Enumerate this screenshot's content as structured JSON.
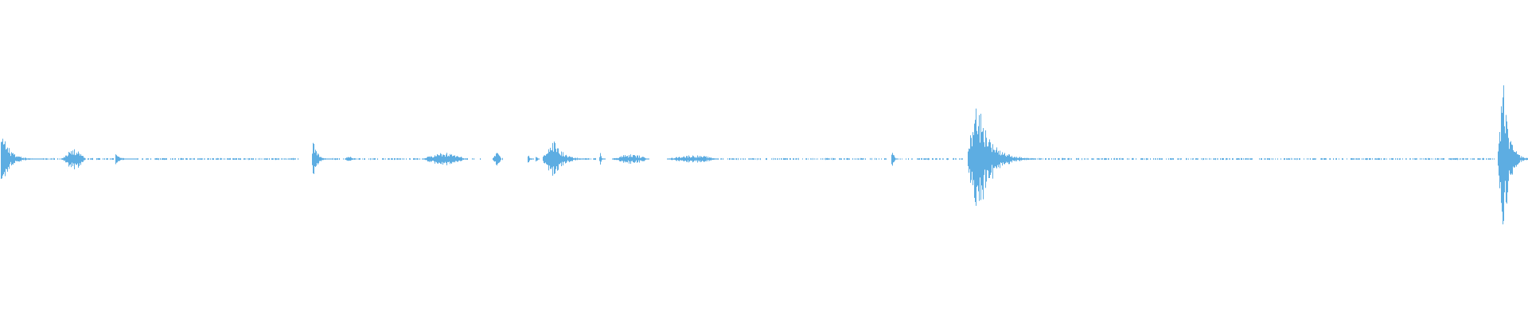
{
  "waveform": {
    "color": "#5DADE2",
    "background": "#ffffff",
    "duration_fraction_note_free": true,
    "bursts": [
      {
        "pos": 0.0,
        "width": 0.028,
        "amp": 0.42,
        "peak": 0.02,
        "shape": "spike"
      },
      {
        "pos": 0.04,
        "width": 0.016,
        "amp": 0.14,
        "peak": 0.2,
        "shape": "swell"
      },
      {
        "pos": 0.075,
        "width": 0.015,
        "amp": 0.08,
        "peak": 0.03,
        "shape": "spike"
      },
      {
        "pos": 0.204,
        "width": 0.014,
        "amp": 0.3,
        "peak": 0.02,
        "shape": "spike"
      },
      {
        "pos": 0.225,
        "width": 0.007,
        "amp": 0.03,
        "peak": 0.1,
        "shape": "swell"
      },
      {
        "pos": 0.276,
        "width": 0.029,
        "amp": 0.08,
        "peak": 0.5,
        "shape": "swell"
      },
      {
        "pos": 0.322,
        "width": 0.006,
        "amp": 0.08,
        "peak": 0.4,
        "shape": "swell"
      },
      {
        "pos": 0.345,
        "width": 0.004,
        "amp": 0.08,
        "peak": 0.2,
        "shape": "spike"
      },
      {
        "pos": 0.35,
        "width": 0.003,
        "amp": 0.07,
        "peak": 0.2,
        "shape": "spike"
      },
      {
        "pos": 0.355,
        "width": 0.03,
        "amp": 0.26,
        "peak": 0.25,
        "shape": "spike"
      },
      {
        "pos": 0.392,
        "width": 0.004,
        "amp": 0.12,
        "peak": 0.2,
        "shape": "spike"
      },
      {
        "pos": 0.4,
        "width": 0.025,
        "amp": 0.06,
        "peak": 0.5,
        "shape": "swell"
      },
      {
        "pos": 0.436,
        "width": 0.034,
        "amp": 0.05,
        "peak": 0.5,
        "shape": "swell"
      },
      {
        "pos": 0.583,
        "width": 0.004,
        "amp": 0.2,
        "peak": 0.2,
        "shape": "spike"
      },
      {
        "pos": 0.633,
        "width": 0.045,
        "amp": 0.82,
        "peak": 0.15,
        "shape": "spike"
      },
      {
        "pos": 0.98,
        "width": 0.02,
        "amp": 1.0,
        "peak": 0.2,
        "shape": "spike"
      }
    ],
    "noise_segments": [
      [
        0.028,
        0.04
      ],
      [
        0.057,
        0.075
      ],
      [
        0.09,
        0.195
      ],
      [
        0.218,
        0.23
      ],
      [
        0.232,
        0.276
      ],
      [
        0.305,
        0.315
      ],
      [
        0.327,
        0.33
      ],
      [
        0.372,
        0.39
      ],
      [
        0.41,
        0.42
      ],
      [
        0.47,
        0.58
      ],
      [
        0.587,
        0.63
      ],
      [
        0.678,
        0.945
      ],
      [
        0.948,
        0.978
      ],
      [
        0.985,
        1.0
      ]
    ]
  }
}
